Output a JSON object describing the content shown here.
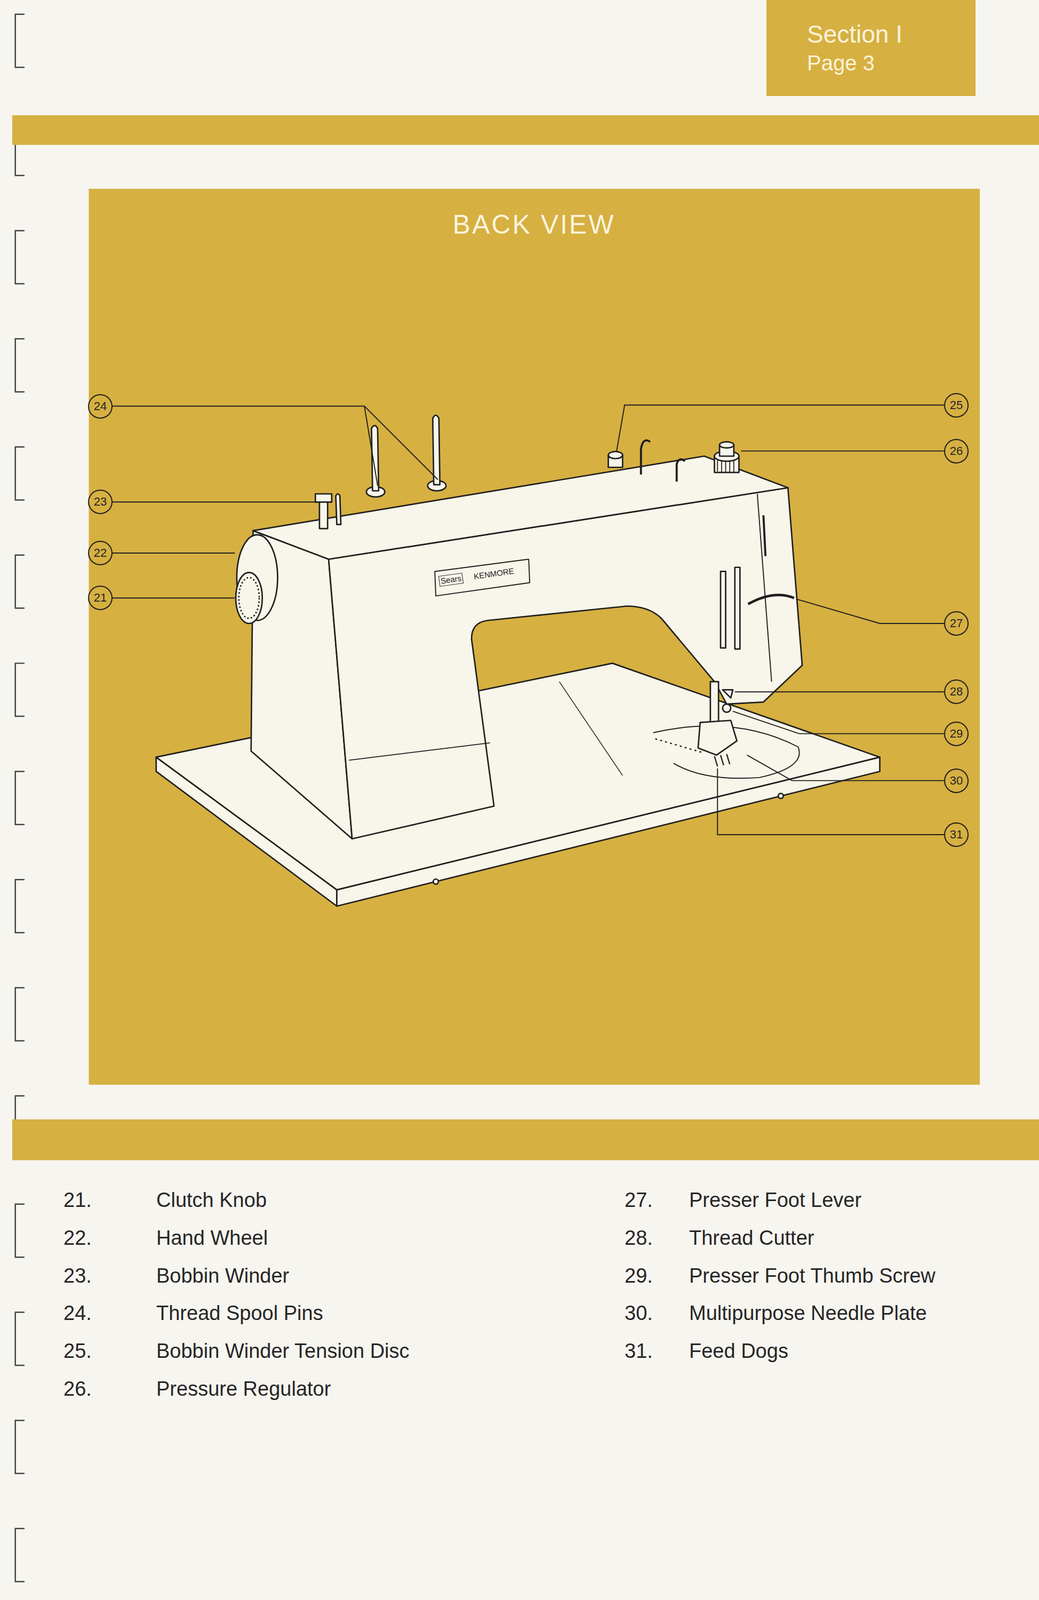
{
  "diagram": {
    "title": "BACK VIEW",
    "nodes": [
      {
        "text": [
          "Section I",
          "Page 3"
        ]
      }
    ],
    "labels": [
      "24",
      "25",
      "26",
      "23",
      "22",
      "21",
      "27",
      "28",
      "29",
      "30",
      "31",
      "Sears",
      "KENMORE",
      "21.",
      "Clutch Knob",
      "27.",
      "Presser Foot Lever",
      "22.",
      "Hand Wheel",
      "28.",
      "Thread Cutter",
      "23.",
      "Bobbin Winder",
      "29.",
      "Presser Foot Thumb Screw",
      "24.",
      "Thread Spool Pins",
      "30.",
      "Multipurpose Needle Plate",
      "25.",
      "Bobbin Winder Tension Disc",
      "31.",
      "Feed Dogs",
      "26.",
      "Pressure Regulator"
    ]
  }
}
